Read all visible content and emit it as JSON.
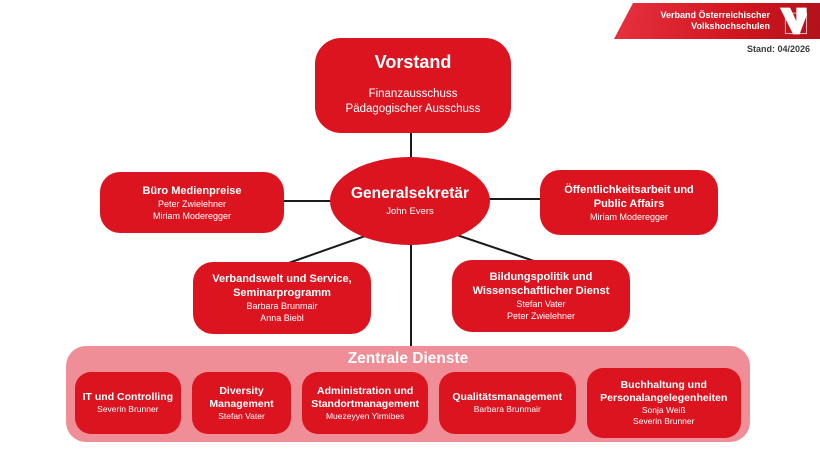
{
  "logo": {
    "org_line1": "Verband Österreichischer",
    "org_line2": "Volkshochschulen",
    "mark_icon": "voev-v-logo"
  },
  "stand_label": "Stand: 04/2026",
  "colors": {
    "brand_red": "#dc1420",
    "container_pink": "#ef8e97",
    "connector_black": "#1a1a1a",
    "text_white": "#ffffff"
  },
  "nodes": {
    "vorstand": {
      "title": "Vorstand",
      "lines": [
        "Finanzausschuss",
        "Pädagogischer Ausschuss"
      ]
    },
    "generalsekretaer": {
      "title": "Generalsekretär",
      "people": [
        "John Evers"
      ]
    },
    "buero_medienpreise": {
      "title": "Büro Medienpreise",
      "people": [
        "Peter Zwielehner",
        "Miriam Moderegger"
      ]
    },
    "oeffentlichkeitsarbeit": {
      "title": "Öffentlichkeitsarbeit und Public Affairs",
      "people": [
        "Miriam Moderegger"
      ]
    },
    "verbandswelt": {
      "title": "Verbandswelt und Service, Seminarprogramm",
      "people": [
        "Barbara Brunmair",
        "Anna Biebl"
      ]
    },
    "bildungspolitik": {
      "title": "Bildungspolitik und Wissenschaftlicher Dienst",
      "people": [
        "Stefan Vater",
        "Peter Zwielehner"
      ]
    },
    "zentrale_dienste": {
      "title": "Zentrale Dienste",
      "children": [
        {
          "title": "IT und Controlling",
          "people": [
            "Severin Brunner"
          ]
        },
        {
          "title": "Diversity Management",
          "people": [
            "Stefan Vater"
          ]
        },
        {
          "title": "Administration und Standortmanagement",
          "people": [
            "Muezeyyen Yirmibes"
          ]
        },
        {
          "title": "Qualitätsmanagement",
          "people": [
            "Barbara Brunmair"
          ]
        },
        {
          "title": "Buchhaltung und Personalangelegenheiten",
          "people": [
            "Sonja Weiß",
            "Severin Brunner"
          ]
        }
      ]
    }
  }
}
